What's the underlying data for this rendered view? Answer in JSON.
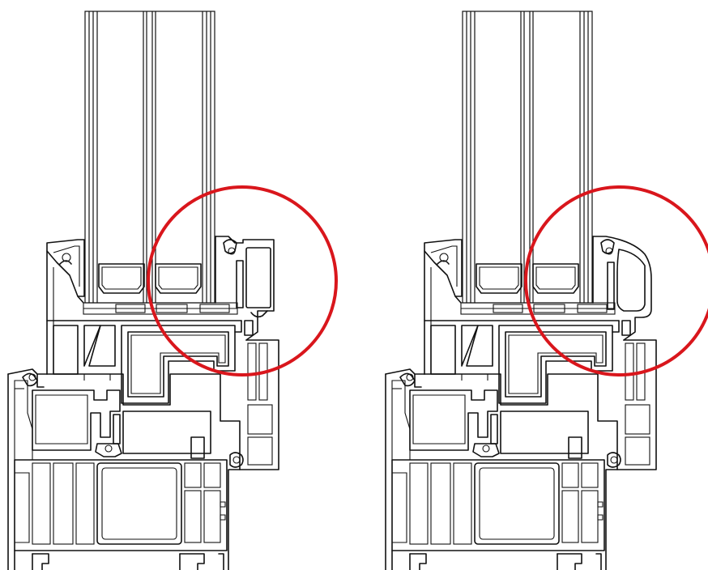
{
  "figure": {
    "panels": [
      {
        "id": "left",
        "variant": "square-sash"
      },
      {
        "id": "right",
        "variant": "rounded-sash"
      }
    ],
    "colors": {
      "line": "#111111",
      "background": "#ffffff",
      "highlight": "#d9161c"
    }
  }
}
